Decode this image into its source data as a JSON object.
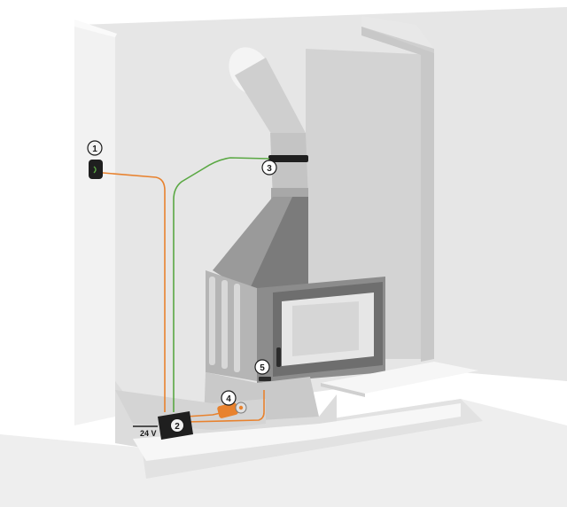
{
  "markers": [
    {
      "id": "1",
      "label": "1"
    },
    {
      "id": "2",
      "label": "2"
    },
    {
      "id": "3",
      "label": "3"
    },
    {
      "id": "4",
      "label": "4"
    },
    {
      "id": "5",
      "label": "5"
    }
  ],
  "voltage_label": "24 V",
  "colors": {
    "wall": "#e6e6e6",
    "wall_light": "#f0f0f0",
    "chimney": "#d3d3d3",
    "stove_dark": "#7b7b7b",
    "stove_mid": "#9a9a9a",
    "stove_light": "#bdbdbd",
    "orange_cable": "#e8822e",
    "green_cable": "#5aa843",
    "control_box": "#1f1f1f",
    "marker_fill": "#f2f2f2",
    "marker_text": "#1a1a1a"
  }
}
